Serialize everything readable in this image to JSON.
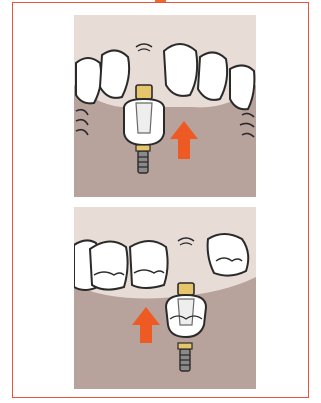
{
  "colors": {
    "frame_border": "#e8553a",
    "accent_arrow": "#ee5a24",
    "tab": "#ee6a2a",
    "panel_bg": "#e8dcd6",
    "gum": "#b8a39c",
    "tooth_fill": "#ffffff",
    "outline": "#2a2a2a",
    "implant_gold": "#e6c56b",
    "screw_gray": "#8a8a8a"
  },
  "panels": [
    {
      "view": "front-teeth",
      "arrow_direction": "up",
      "icons": [
        "tooth-icon",
        "abutment-crown-icon",
        "implant-screw-icon",
        "up-arrow-icon"
      ]
    },
    {
      "view": "back-teeth",
      "arrow_direction": "up",
      "icons": [
        "molar-icon",
        "abutment-crown-icon",
        "implant-screw-icon",
        "up-arrow-icon"
      ]
    }
  ]
}
